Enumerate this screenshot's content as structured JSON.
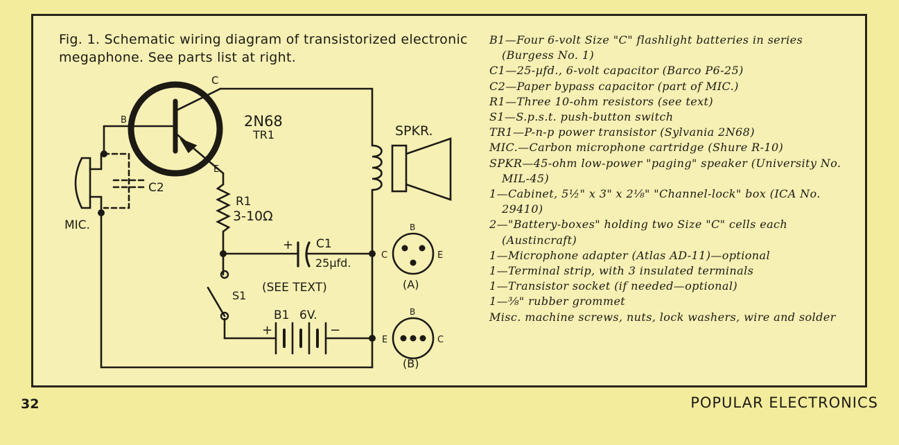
{
  "figure": {
    "caption": "Fig. 1. Schematic wiring diagram of transistorized electronic megaphone. See parts list at right.",
    "labels": {
      "transistor_model": "2N68",
      "transistor_ref": "TR1",
      "collector": "C",
      "base": "B",
      "emitter": "E",
      "speaker": "SPKR.",
      "resistor_ref": "R1",
      "resistor_value": "3-10Ω",
      "microphone": "MIC.",
      "bypass_cap": "C2",
      "cap_ref": "C1",
      "cap_value": "25µfd.",
      "cap_plus": "+",
      "switch_ref": "S1",
      "see_text": "(SEE TEXT)",
      "battery_ref": "B1",
      "battery_value": "6V.",
      "battery_plus": "+",
      "battery_minus": "−",
      "socket_a": "(A)",
      "socket_b": "(B)",
      "pin_b": "B",
      "pin_c": "C",
      "pin_e": "E"
    }
  },
  "parts_list": [
    "B1—Four 6-volt Size \"C\" flashlight batteries in series (Burgess No. 1)",
    "C1—25-µfd., 6-volt capacitor (Barco P6-25)",
    "C2—Paper bypass capacitor (part of MIC.)",
    "R1—Three 10-ohm resistors (see text)",
    "S1—S.p.s.t. push-button switch",
    "TR1—P-n-p power transistor (Sylvania 2N68)",
    "MIC.—Carbon microphone cartridge (Shure R-10)",
    "SPKR—45-ohm low-power \"paging\" speaker (University No. MIL-45)",
    "1—Cabinet, 5½\" x 3\" x 2⅛\" \"Channel-lock\" box (ICA No. 29410)",
    "2—\"Battery-boxes\" holding two Size \"C\" cells each (Austincraft)",
    "1—Microphone adapter (Atlas AD-11)—optional",
    "1—Terminal strip, with 3 insulated terminals",
    "1—Transistor socket (if needed—optional)",
    "1—⅜\" rubber grommet",
    "Misc. machine screws, nuts, lock washers, wire and solder"
  ],
  "footer": {
    "page_number": "32",
    "magazine": "POPULAR ELECTRONICS"
  },
  "colors": {
    "paper": "#f3ec9c",
    "ink": "#1d1a14"
  }
}
